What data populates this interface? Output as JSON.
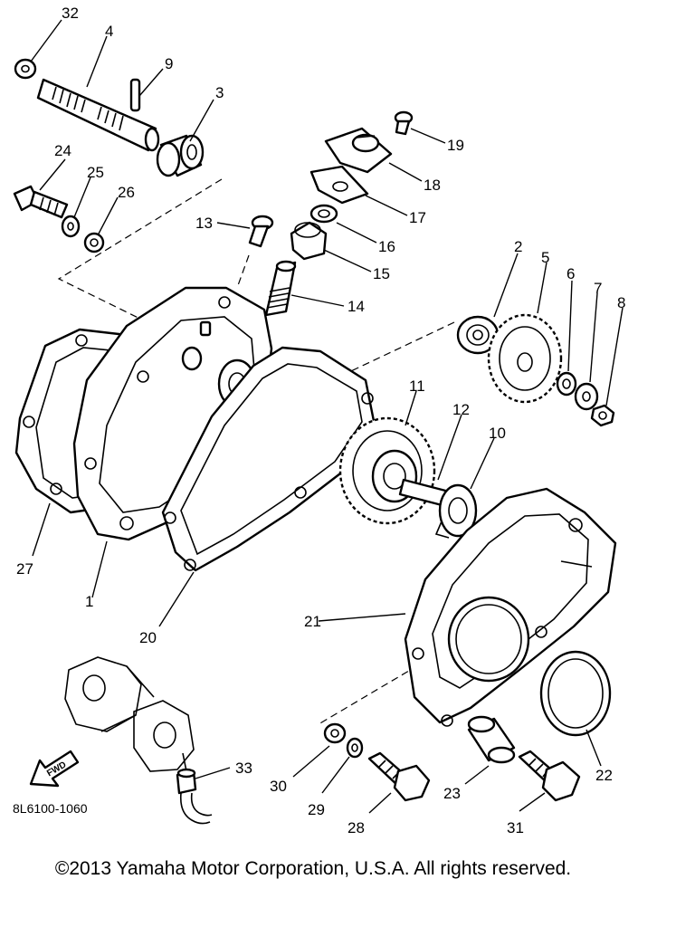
{
  "labels": {
    "p1": "1",
    "p2": "2",
    "p3": "3",
    "p4": "4",
    "p5": "5",
    "p6": "6",
    "p7": "7",
    "p8": "8",
    "p9": "9",
    "p10": "10",
    "p11": "11",
    "p12": "12",
    "p13": "13",
    "p14": "14",
    "p15": "15",
    "p16": "16",
    "p17": "17",
    "p18": "18",
    "p19": "19",
    "p20": "20",
    "p21": "21",
    "p22": "22",
    "p23": "23",
    "p24": "24",
    "p25": "25",
    "p26": "26",
    "p27": "27",
    "p28": "28",
    "p29": "29",
    "p30": "30",
    "p31": "31",
    "p32": "32",
    "p33": "33"
  },
  "fwd_marker": "FWD",
  "diagram_code": "8L6100-1060",
  "copyright": "©2013 Yamaha Motor Corporation, U.S.A. All rights reserved."
}
